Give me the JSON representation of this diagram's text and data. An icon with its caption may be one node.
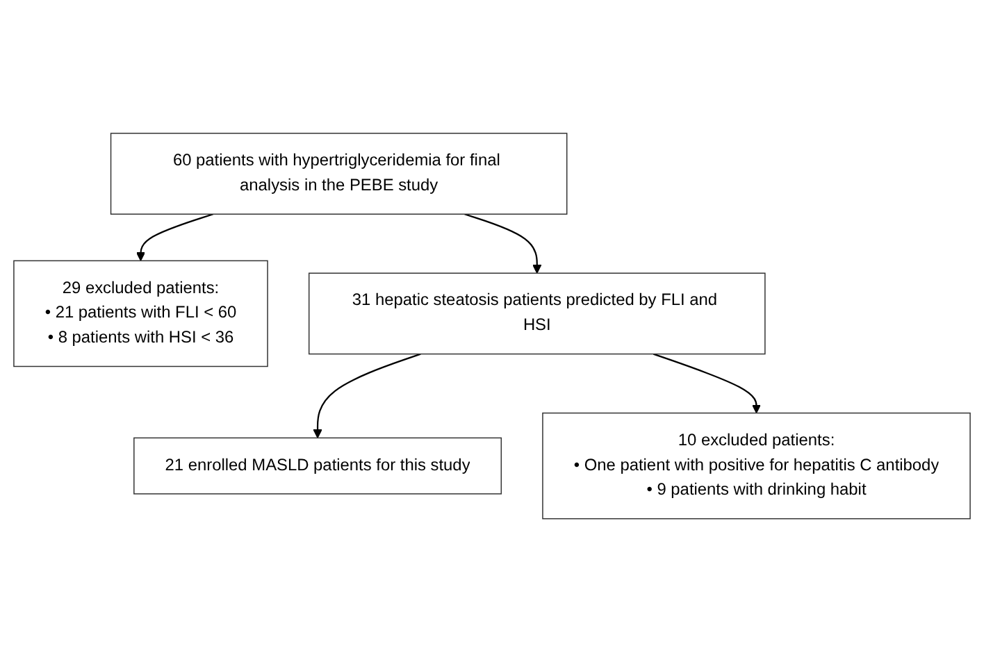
{
  "diagram": {
    "nodes": [
      {
        "text": [
          "60 patients with hypertriglyceridemia for final analysis in the PEBE study"
        ]
      },
      {
        "text": [
          "29 excluded patients:",
          "• 21 patients with FLI < 60",
          "• 8 patients with HSI < 36"
        ]
      },
      {
        "text": [
          "31 hepatic steatosis patients predicted by FLI and HSI"
        ]
      },
      {
        "text": [
          "10 excluded patients:",
          "• One patient with positive for hepatitis C antibody",
          "• 9 patients with drinking habit"
        ]
      },
      {
        "text": [
          "21 enrolled MASLD patients for this study"
        ]
      }
    ],
    "edges": [
      {
        "from": 0,
        "to": 2,
        "arrow": "to"
      },
      {
        "from": 0,
        "to": 1,
        "arrow": "to"
      },
      {
        "from": 2,
        "to": 4,
        "arrow": "to"
      },
      {
        "from": 2,
        "to": 3,
        "arrow": "to"
      }
    ]
  }
}
